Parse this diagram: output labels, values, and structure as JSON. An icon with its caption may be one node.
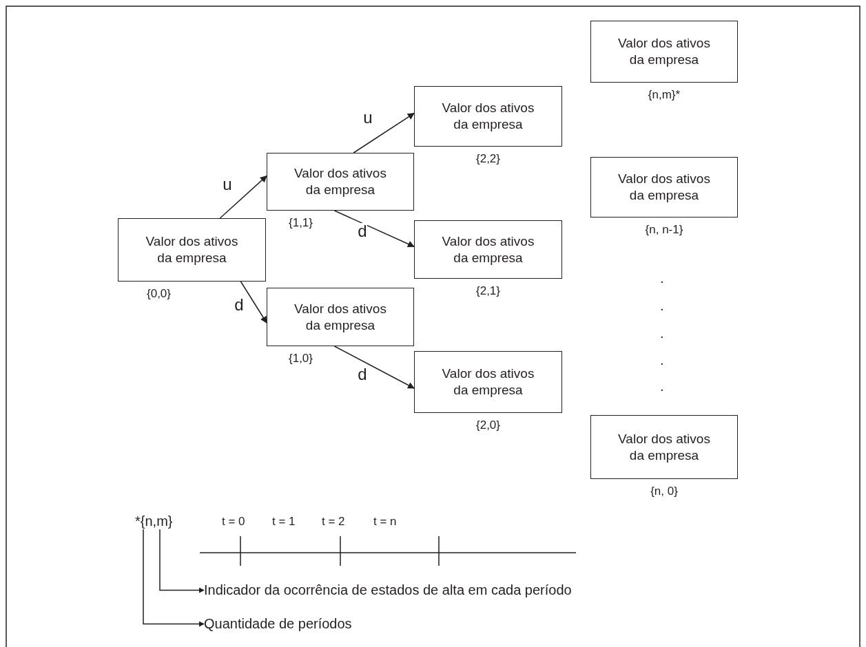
{
  "diagram": {
    "nodes": [
      {
        "text": [
          "Valor dos ativos da empresa"
        ],
        "beside": [
          "{0,0}"
        ]
      },
      {
        "text": [
          "Valor dos ativos da empresa"
        ],
        "beside": [
          "{1,1}"
        ]
      },
      {
        "text": [
          "Valor dos ativos da empresa"
        ],
        "beside": [
          "{1,0}"
        ]
      },
      {
        "text": [
          "Valor dos ativos da empresa"
        ],
        "beside": [
          "{2,2}"
        ]
      },
      {
        "text": [
          "Valor dos ativos da empresa"
        ],
        "beside": [
          "{2,1}"
        ]
      },
      {
        "text": [
          "Valor dos ativos da empresa"
        ],
        "beside": [
          "{2,0}"
        ]
      },
      {
        "text": [
          "Valor dos ativos da empresa"
        ],
        "beside": [
          "{n,m}*"
        ]
      },
      {
        "text": [
          "Valor dos ativos da empresa"
        ],
        "beside": [
          "{n, n-1}"
        ]
      },
      {
        "text": [
          "Valor dos ativos da empresa"
        ],
        "beside": [
          "{n, 0}"
        ]
      },
      {
        "text": [
          "*{n,m}"
        ]
      },
      {
        "text": [
          "Indicador da ocorrência de estados de alta em cada período"
        ]
      },
      {
        "text": [
          "Quantidade de períodos"
        ]
      }
    ],
    "edges": [
      {
        "from": 0,
        "to": 1,
        "arrow": "to",
        "label": "u"
      },
      {
        "from": 0,
        "to": 2,
        "arrow": "to",
        "label": "d"
      },
      {
        "from": 1,
        "to": 3,
        "arrow": "to",
        "label": "u"
      },
      {
        "from": 1,
        "to": 4,
        "arrow": "to",
        "label": "d"
      },
      {
        "from": 2,
        "to": 5,
        "arrow": "to",
        "label": "d"
      },
      {
        "from": 9,
        "to": 10,
        "arrow": "to"
      },
      {
        "from": 9,
        "to": 11,
        "arrow": "to"
      }
    ],
    "labels": [
      ".",
      ".",
      ".",
      ".",
      ".",
      "t = 0",
      "t = 1",
      "t = 2",
      "t = n"
    ]
  }
}
